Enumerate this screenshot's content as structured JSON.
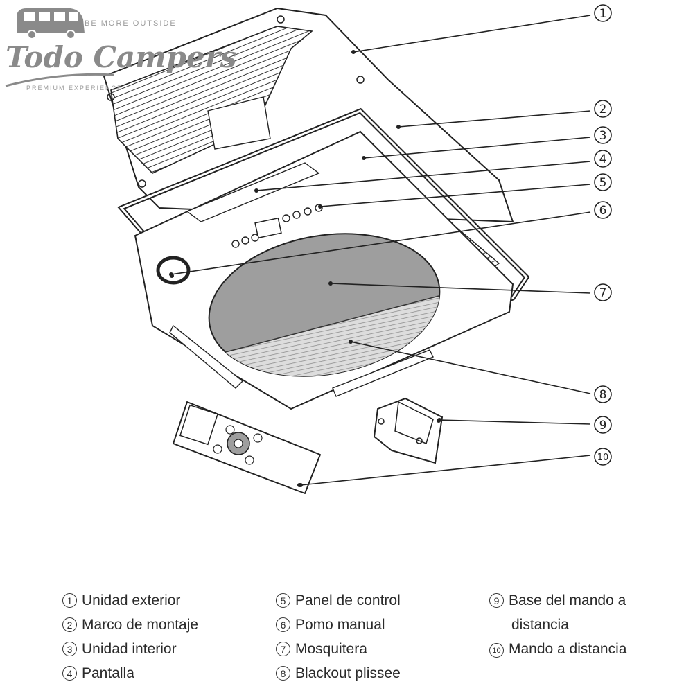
{
  "logo": {
    "brand": "Todo Campers",
    "tagline_top": "BE MORE OUTSIDE",
    "tagline_bottom": "PREMIUM EXPERIENCE"
  },
  "callouts": [
    {
      "num": "1",
      "symbol": "①"
    },
    {
      "num": "2",
      "symbol": "②"
    },
    {
      "num": "3",
      "symbol": "③"
    },
    {
      "num": "4",
      "symbol": "④"
    },
    {
      "num": "5",
      "symbol": "⑤"
    },
    {
      "num": "6",
      "symbol": "⑥"
    },
    {
      "num": "7",
      "symbol": "⑦"
    },
    {
      "num": "8",
      "symbol": "⑧"
    },
    {
      "num": "9",
      "symbol": "⑨"
    },
    {
      "num": "10",
      "symbol": "⑩"
    }
  ],
  "legend": [
    {
      "num": "1",
      "label": "Unidad exterior"
    },
    {
      "num": "2",
      "label": "Marco de montaje"
    },
    {
      "num": "3",
      "label": "Unidad interior"
    },
    {
      "num": "4",
      "label": "Pantalla"
    },
    {
      "num": "5",
      "label": "Panel de control"
    },
    {
      "num": "6",
      "label": "Pomo manual"
    },
    {
      "num": "7",
      "label": "Mosquitera"
    },
    {
      "num": "8",
      "label": "Blackout plissee"
    },
    {
      "num": "9",
      "label": "Base del mando a",
      "label_cont": "distancia"
    },
    {
      "num": "10",
      "label": "Mando a distancia"
    }
  ],
  "colors": {
    "line": "#222222",
    "screen_fill": "#9e9e9e",
    "logo": "#8a8a8a"
  }
}
